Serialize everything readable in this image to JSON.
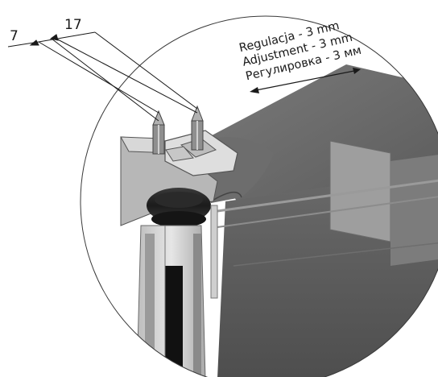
{
  "dimensions": {
    "left_value": "7",
    "right_value": "17"
  },
  "adjustment": {
    "line_pl": "Regulacja - 3 mm",
    "line_en": "Adjustment - 3 mm",
    "line_ru": "Регулировка - 3 мм"
  },
  "colors": {
    "panel_dark": "#5c5c5c",
    "panel_light": "#8a8a8a",
    "profile_light": "#d6d6d6",
    "outline": "#2a2a2a"
  }
}
